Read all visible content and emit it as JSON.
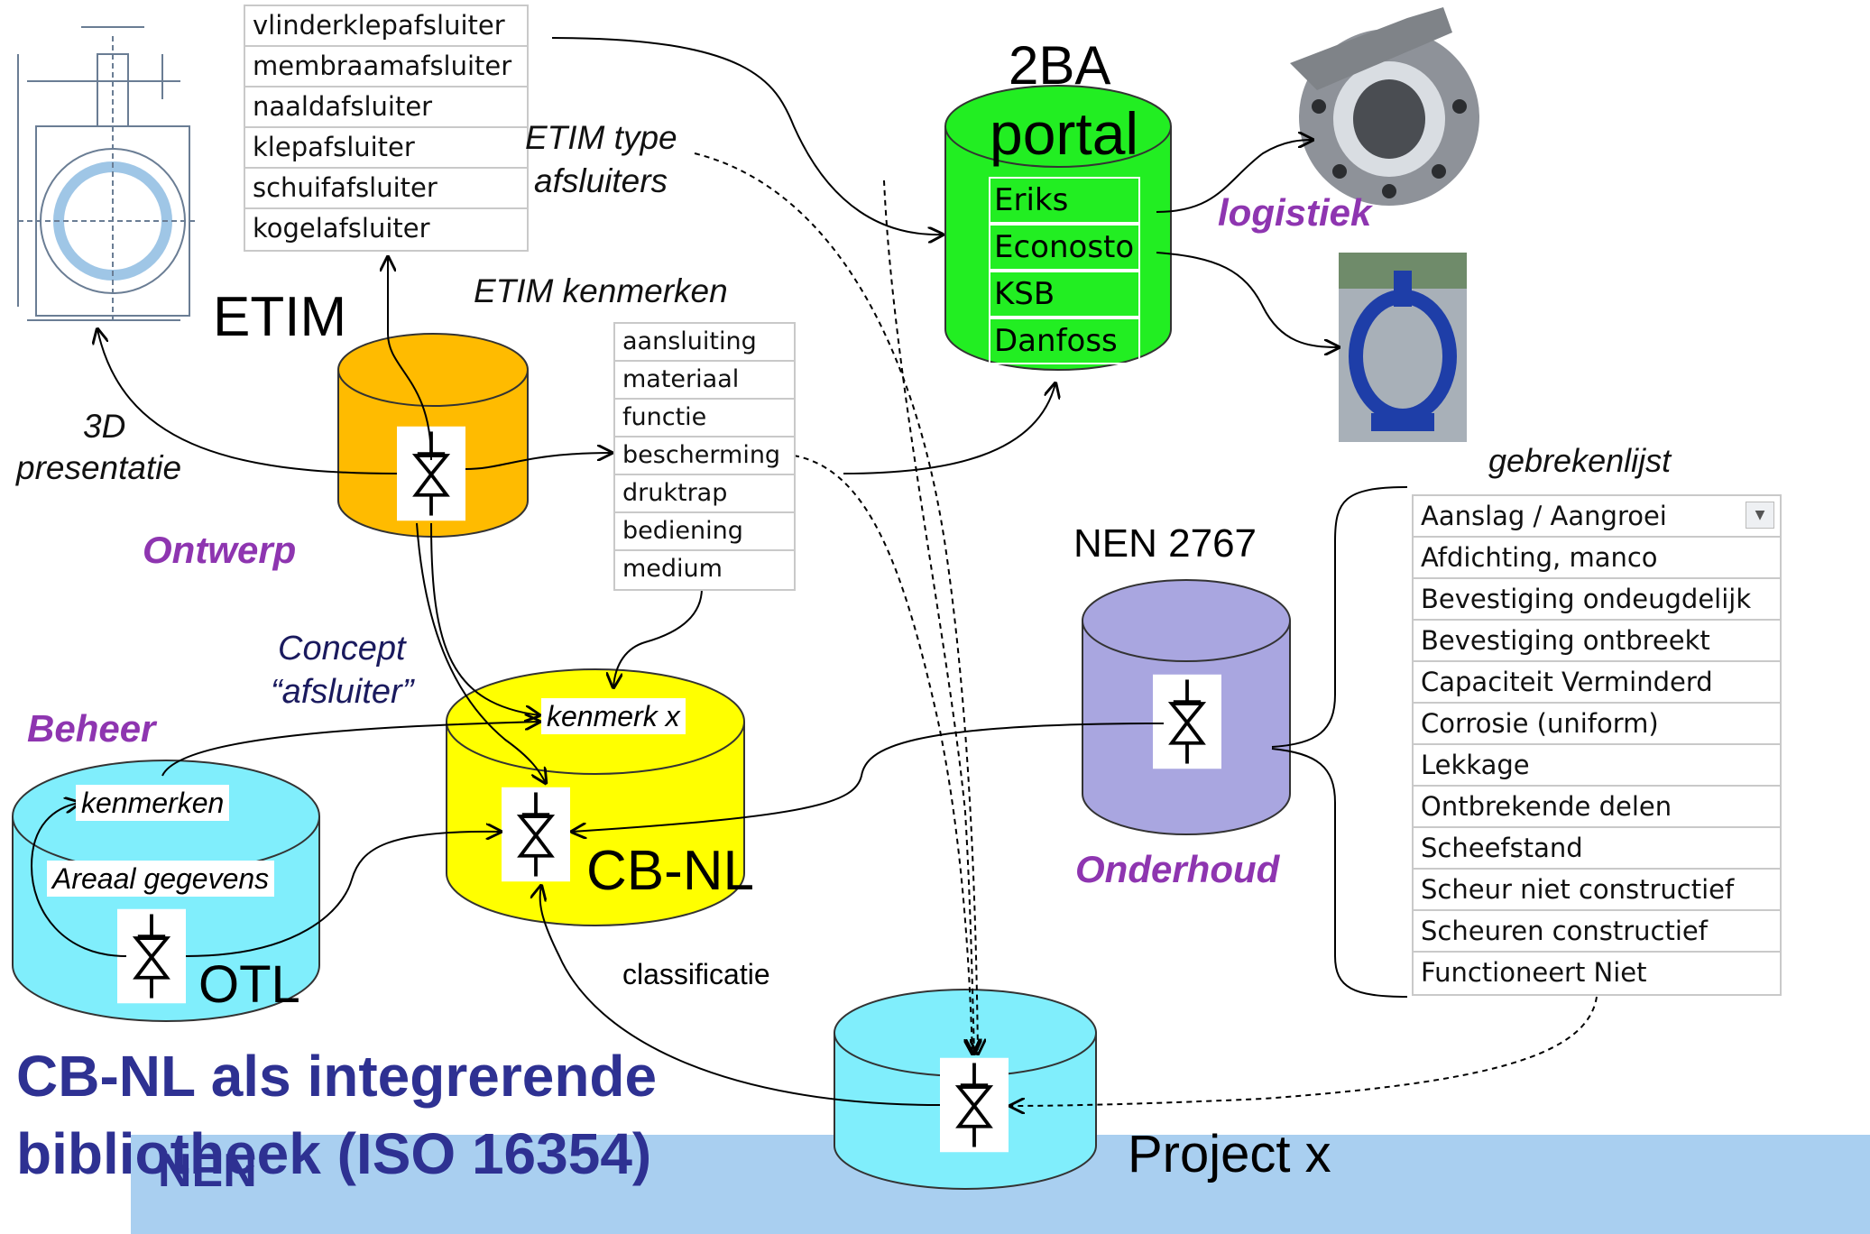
{
  "title": {
    "line1": "CB-NL als integrerende",
    "line2": "bibliotheek (ISO 16354)"
  },
  "footer": {
    "logo_text": "NEN",
    "bar_color": "#a9cff0"
  },
  "etim": {
    "label": "ETIM",
    "color": "#ffbb00",
    "types_label_1": "ETIM type",
    "types_label_2": "afsluiters",
    "types": [
      "vlinderklepafsluiter",
      "membraamafsluiter",
      "naaldafsluiter",
      "klepafsluiter",
      "schuifafsluiter",
      "kogelafsluiter"
    ],
    "features_label": "ETIM kenmerken",
    "features": [
      "aansluiting",
      "materiaal",
      "functie",
      "bescherming",
      "druktrap",
      "bediening",
      "medium"
    ],
    "role": "Ontwerp"
  },
  "presentation": {
    "line1": "3D",
    "line2": "presentatie"
  },
  "portal": {
    "title": "2BA",
    "subtitle": "portal",
    "color": "#22ee22",
    "suppliers": [
      "Eriks",
      "Econosto",
      "KSB",
      "Danfoss"
    ],
    "logistics_label": "logistiek"
  },
  "cbnl": {
    "label": "CB-NL",
    "color": "#ffff00",
    "concept_line1": "Concept",
    "concept_line2": "“afsluiter”",
    "feature_tag": "kenmerk x"
  },
  "otl": {
    "label": "OTL",
    "color": "#80eefc",
    "role": "Beheer",
    "features_tag": "kenmerken",
    "area_tag": "Areaal gegevens"
  },
  "nen2767": {
    "label": "NEN 2767",
    "color": "#a9a6e0",
    "role": "Onderhoud",
    "defects_label": "gebrekenlijst",
    "defects": [
      "Aanslag / Aangroei",
      "Afdichting, manco",
      "Bevestiging ondeugdelijk",
      "Bevestiging ontbreekt",
      "Capaciteit  Verminderd",
      "Corrosie (uniform)",
      "Lekkage",
      "Ontbrekende delen",
      "Scheefstand",
      "Scheur niet constructief",
      "Scheuren constructief",
      "Functioneert Niet"
    ]
  },
  "project": {
    "label": "Project x",
    "color": "#80eefc",
    "classification_label": "classificatie"
  },
  "colors": {
    "title_blue": "#2e3192",
    "role_purple": "#8e35b0"
  }
}
